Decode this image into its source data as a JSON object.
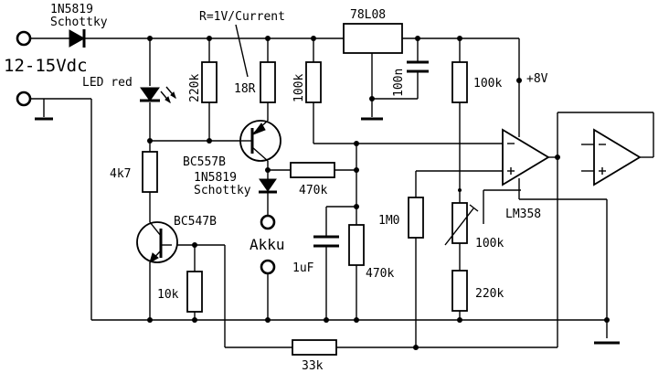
{
  "labels": {
    "diode_in_type": "1N5819",
    "diode_in_sub": "Schottky",
    "supply_voltage": "12-15Vdc",
    "formula": "R=1V/Current",
    "regulator": "78L08",
    "cap_100n": "100n",
    "res_220k_top": "220k",
    "res_18r": "18R",
    "res_100k_a": "100k",
    "res_100k_b": "100k",
    "rail_8v": "+8V",
    "led": "LED red",
    "pnp": "BC557B",
    "diode_out_type": "1N5819",
    "diode_out_sub": "Schottky",
    "res_470k_h": "470k",
    "res_4k7": "4k7",
    "npn": "BC547B",
    "akku": "Akku",
    "cap_1uf": "1uF",
    "res_470k_v": "470k",
    "res_10k": "10k",
    "res_1m0": "1M0",
    "opamp": "LM358",
    "pot_100k": "100k",
    "res_220k_bottom": "220k",
    "res_33k": "33k"
  }
}
